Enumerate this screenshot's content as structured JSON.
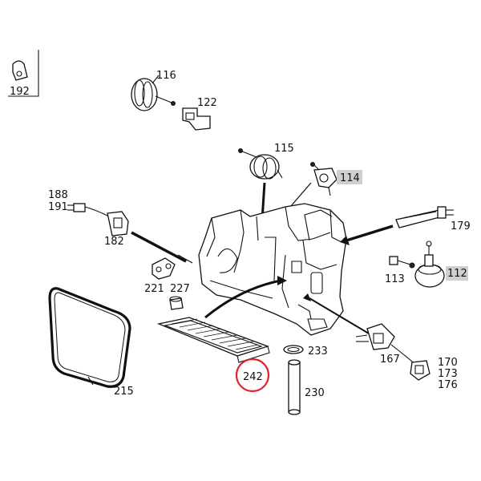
{
  "diagram": {
    "corner_label": "192",
    "labels": {
      "p116": "116",
      "p122": "122",
      "p115": "115",
      "p114": "114",
      "p188": "188",
      "p191": "191",
      "p182": "182",
      "p179": "179",
      "p221": "221",
      "p227": "227",
      "p113": "113",
      "p112": "112",
      "p215": "215",
      "p242": "242",
      "p233": "233",
      "p230": "230",
      "p167": "167",
      "p170": "170",
      "p173": "173",
      "p176": "176"
    },
    "highlighted_parts": [
      "114",
      "112"
    ],
    "circled_part": "242",
    "colors": {
      "line": "#111111",
      "highlight_box": "#cfcfcf",
      "circle": "#e0202a",
      "background": "#ffffff"
    }
  }
}
